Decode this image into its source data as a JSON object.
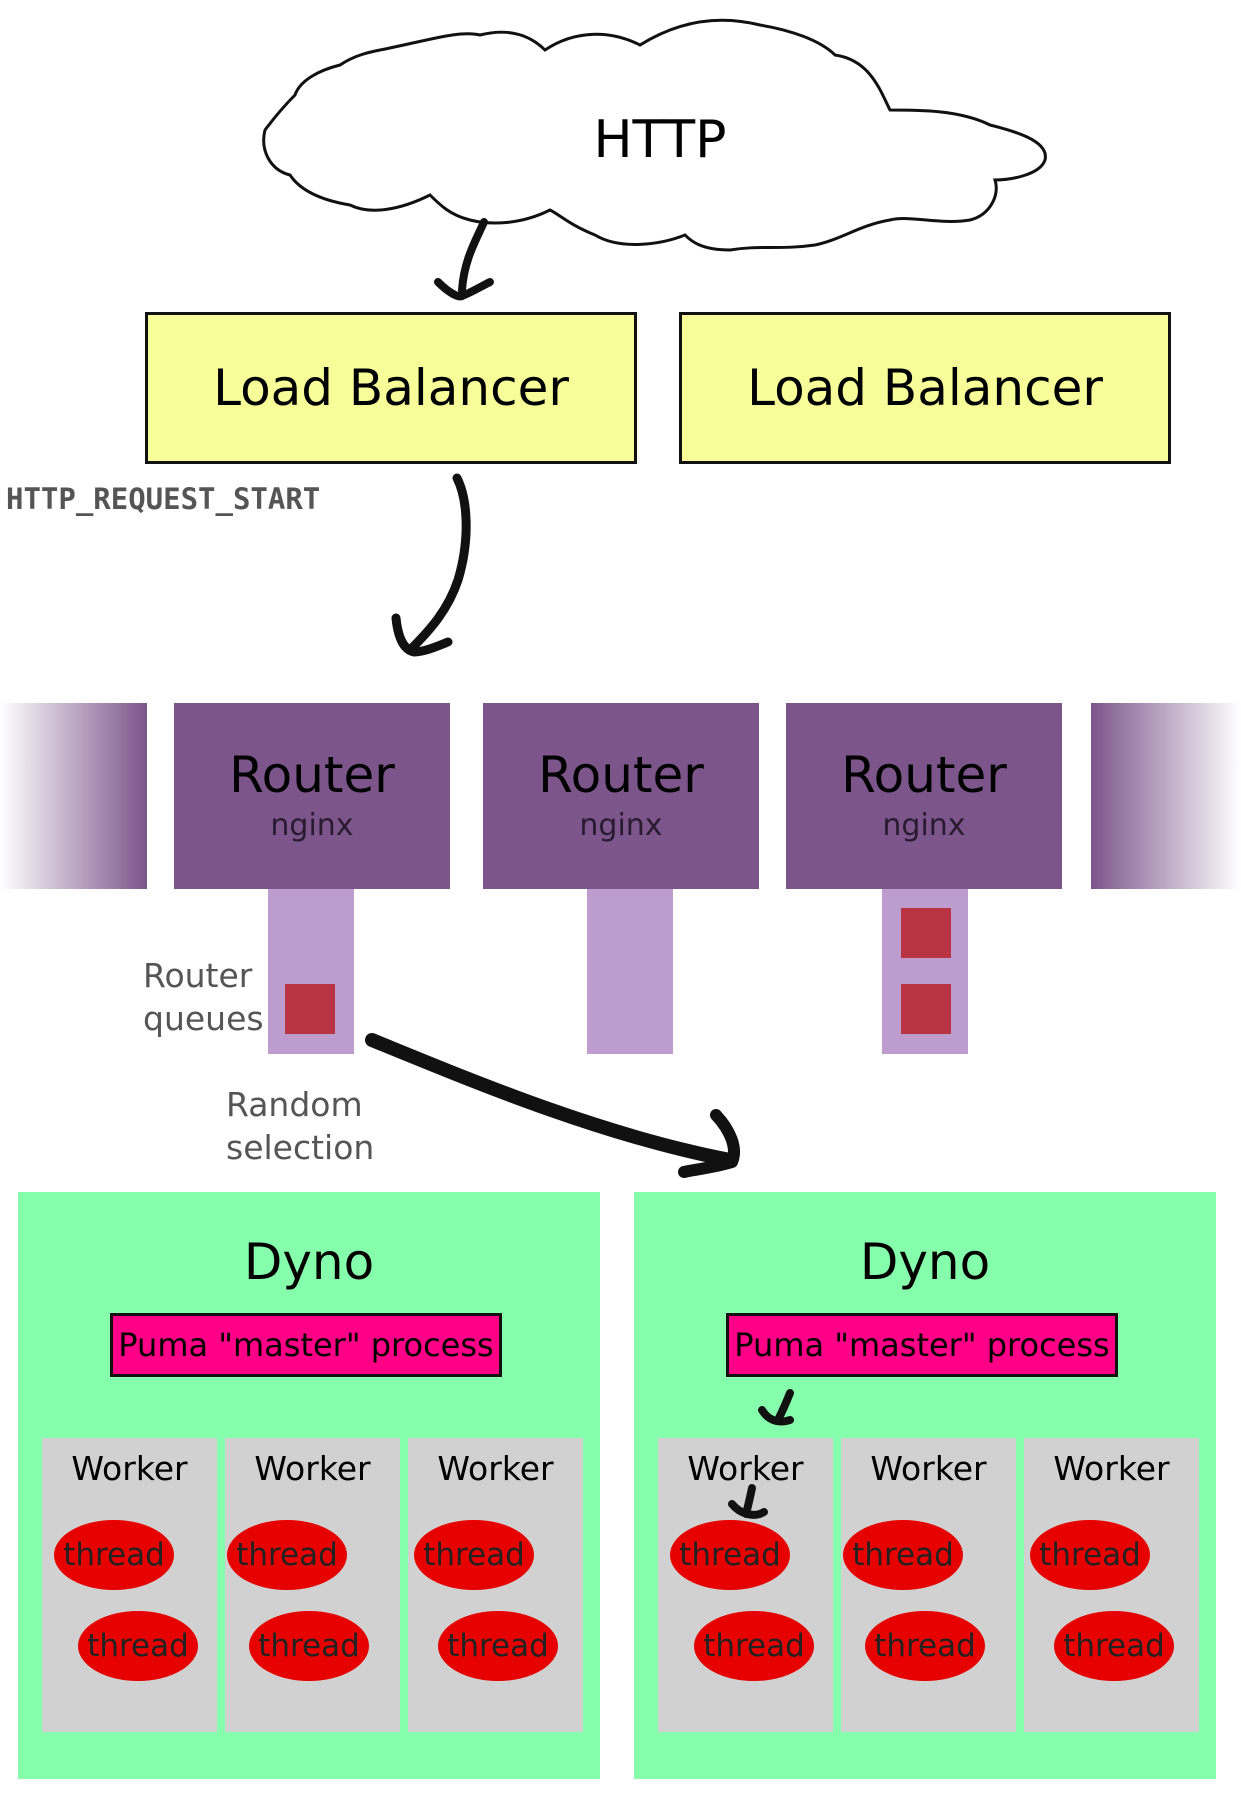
{
  "http_cloud": {
    "label": "HTTP"
  },
  "load_balancers": [
    "Load Balancer",
    "Load Balancer"
  ],
  "request_header_label": "HTTP_REQUEST_START",
  "routers": [
    {
      "title": "Router",
      "subtitle": "nginx",
      "queued_requests": 1
    },
    {
      "title": "Router",
      "subtitle": "nginx",
      "queued_requests": 0
    },
    {
      "title": "Router",
      "subtitle": "nginx",
      "queued_requests": 2
    }
  ],
  "router_queues_label": [
    "Router",
    "queues"
  ],
  "random_selection_label": [
    "Random",
    "selection"
  ],
  "dynos": [
    {
      "title": "Dyno",
      "master": "Puma \"master\" process",
      "workers": [
        {
          "label": "Worker",
          "threads": [
            "thread",
            "thread"
          ]
        },
        {
          "label": "Worker",
          "threads": [
            "thread",
            "thread"
          ]
        },
        {
          "label": "Worker",
          "threads": [
            "thread",
            "thread"
          ]
        }
      ]
    },
    {
      "title": "Dyno",
      "master": "Puma \"master\" process",
      "workers": [
        {
          "label": "Worker",
          "threads": [
            "thread",
            "thread"
          ]
        },
        {
          "label": "Worker",
          "threads": [
            "thread",
            "thread"
          ]
        },
        {
          "label": "Worker",
          "threads": [
            "thread",
            "thread"
          ]
        }
      ]
    }
  ],
  "colors": {
    "load_balancer": "#f7fe99",
    "router": "#7c558b",
    "router_queue": "#bd9dcd",
    "queued_request": "#b83344",
    "dyno": "#86ffad",
    "puma_master": "#ff0086",
    "worker": "#d1d1d1",
    "thread": "#e60000"
  }
}
